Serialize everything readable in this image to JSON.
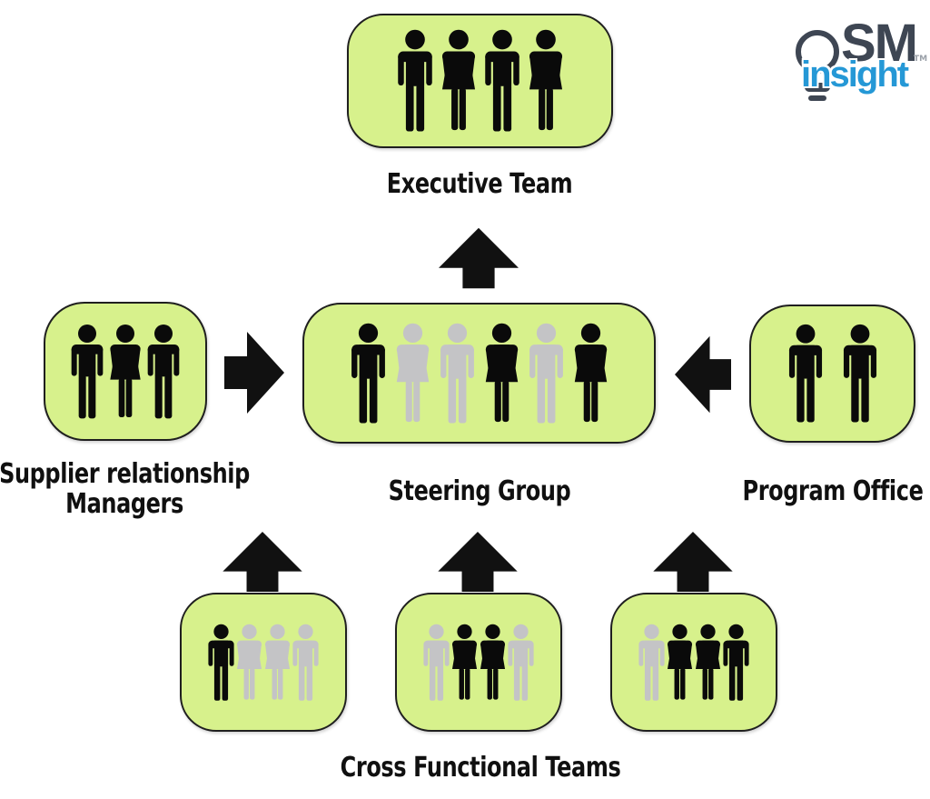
{
  "colors": {
    "background": "#ffffff",
    "box_fill": "#d7f18c",
    "box_border": "#1f1f1f",
    "person_black": "#0a0a0a",
    "person_gray": "#c4c4c6",
    "arrow": "#111111",
    "label_text": "#101010",
    "logo_dark": "#3e4653",
    "logo_blue": "#2598d6"
  },
  "logo": {
    "sm": "SM",
    "insight": "insight",
    "tm": "TM"
  },
  "nodes": {
    "executive": {
      "label": "Executive Team",
      "people": [
        "male:black",
        "female:black",
        "male:black",
        "female:black"
      ]
    },
    "supplier": {
      "label_line1": "Supplier relationship",
      "label_line2": "Managers",
      "people": [
        "male:black",
        "female:black",
        "male:black"
      ]
    },
    "steering": {
      "label": "Steering Group",
      "people": [
        "male:black",
        "female:gray",
        "male:gray",
        "female:black",
        "male:gray",
        "female:black"
      ]
    },
    "program": {
      "label": "Program Office",
      "people": [
        "male:black",
        "male:black"
      ]
    },
    "cross_functional": {
      "label": "Cross Functional Teams",
      "teams": [
        {
          "people": [
            "male:black",
            "female:gray",
            "female:gray",
            "male:gray"
          ]
        },
        {
          "people": [
            "male:gray",
            "female:black",
            "female:black",
            "male:gray"
          ]
        },
        {
          "people": [
            "male:gray",
            "female:black",
            "female:black",
            "male:black"
          ]
        }
      ]
    }
  },
  "arrows": [
    {
      "name": "steering-to-executive",
      "direction": "up"
    },
    {
      "name": "supplier-to-steering",
      "direction": "right"
    },
    {
      "name": "program-to-steering",
      "direction": "left"
    },
    {
      "name": "team1-to-steering",
      "direction": "up"
    },
    {
      "name": "team2-to-steering",
      "direction": "up"
    },
    {
      "name": "team3-to-steering",
      "direction": "up"
    }
  ]
}
